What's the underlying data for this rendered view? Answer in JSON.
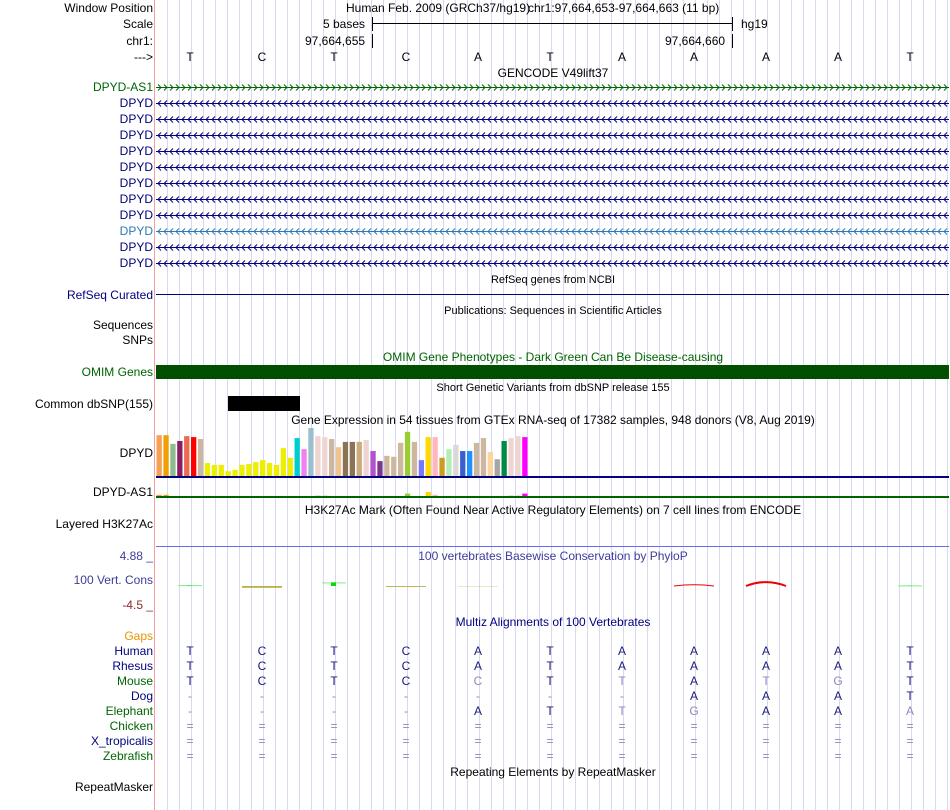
{
  "header": {
    "window_position_label": "Window Position",
    "assembly": "Human Feb. 2009 (GRCh37/hg19)",
    "position": "chr1:97,664,653-97,664,663 (11 bp)",
    "scale_label": "Scale",
    "scale_text": "5 bases",
    "scale_db": "hg19",
    "chrom_label": "chr1:",
    "coord_left": "97,664,655",
    "coord_right": "97,664,660",
    "strand_label": "--->"
  },
  "bases": [
    "T",
    "C",
    "T",
    "C",
    "A",
    "T",
    "A",
    "A",
    "A",
    "A",
    "T"
  ],
  "gencode": {
    "title": "GENCODE V49lift37",
    "genes": [
      {
        "name": "DPYD-AS1",
        "strand": "+",
        "color": "#006400"
      },
      {
        "name": "DPYD",
        "strand": "-",
        "color": "#000080"
      },
      {
        "name": "DPYD",
        "strand": "-",
        "color": "#000080"
      },
      {
        "name": "DPYD",
        "strand": "-",
        "color": "#000080"
      },
      {
        "name": "DPYD",
        "strand": "-",
        "color": "#000080"
      },
      {
        "name": "DPYD",
        "strand": "-",
        "color": "#000080"
      },
      {
        "name": "DPYD",
        "strand": "-",
        "color": "#000080"
      },
      {
        "name": "DPYD",
        "strand": "-",
        "color": "#000080"
      },
      {
        "name": "DPYD",
        "strand": "-",
        "color": "#000080"
      },
      {
        "name": "DPYD",
        "strand": "-",
        "color": "#2a7ab8"
      },
      {
        "name": "DPYD",
        "strand": "-",
        "color": "#000080"
      },
      {
        "name": "DPYD",
        "strand": "-",
        "color": "#000080"
      }
    ]
  },
  "refseq": {
    "title": "RefSeq genes from NCBI",
    "label": "RefSeq Curated"
  },
  "publications": {
    "title": "Publications: Sequences in Scientific Articles",
    "label1": "Sequences",
    "label2": "SNPs"
  },
  "omim": {
    "title": "OMIM Gene Phenotypes - Dark Green Can Be Disease-causing",
    "label": "OMIM Genes",
    "color": "#005000"
  },
  "dbsnp": {
    "title": "Short Genetic Variants from dbSNP release 155",
    "label": "Common dbSNP(155)"
  },
  "gtex": {
    "title": "Gene Expression in 54 tissues from GTEx RNA-seq of 17382 samples, 948 donors (V8, Aug 2019)",
    "gene1": "DPYD",
    "gene2": "DPYD-AS1",
    "values": [
      0.85,
      0.85,
      0.67,
      0.73,
      0.83,
      0.81,
      0.77,
      0.27,
      0.23,
      0.23,
      0.1,
      0.13,
      0.23,
      0.25,
      0.29,
      0.33,
      0.27,
      0.23,
      0.58,
      0.38,
      0.79,
      0.56,
      1.0,
      0.83,
      0.81,
      0.77,
      0.6,
      0.71,
      0.71,
      0.71,
      0.75,
      0.52,
      0.31,
      0.42,
      0.4,
      0.69,
      0.92,
      0.71,
      0.33,
      0.81,
      0.81,
      0.38,
      0.56,
      0.65,
      0.52,
      0.52,
      0.69,
      0.79,
      0.5,
      0.35,
      0.73,
      0.79,
      0.83,
      0.81
    ],
    "colors": [
      "#f5a054",
      "#f0a000",
      "#8fbc8f",
      "#8b1c62",
      "#ee6a50",
      "#ff0000",
      "#cdb79e",
      "#eeee00",
      "#eeee00",
      "#eeee00",
      "#eeee00",
      "#eeee00",
      "#eeee00",
      "#eeee00",
      "#eeee00",
      "#eeee00",
      "#eeee00",
      "#eeee00",
      "#eeee00",
      "#eeee00",
      "#00cdcd",
      "#ee82ee",
      "#9ac0cd",
      "#eed5d2",
      "#eed5d2",
      "#cdb79e",
      "#eec591",
      "#8b7355",
      "#8b7355",
      "#cdaa7d",
      "#eed5d2",
      "#b452cd",
      "#7a378b",
      "#cdb79e",
      "#cdb79e",
      "#cdb79e",
      "#9acd32",
      "#cdb79e",
      "#7777ff",
      "#ffd700",
      "#ffb6c1",
      "#cd9b1d",
      "#b4eeb4",
      "#d9d9d9",
      "#3a5fcd",
      "#1e90ff",
      "#cdb79e",
      "#cdb79e",
      "#ffd39b",
      "#a6a6a6",
      "#008b45",
      "#eed5d2",
      "#eed5d2",
      "#ff00ff"
    ],
    "as1_values": [
      0.3,
      0.3,
      0,
      0,
      0,
      0,
      0,
      0,
      0,
      0,
      0,
      0,
      0,
      0,
      0,
      0,
      0,
      0,
      0,
      0,
      0,
      0,
      0,
      0.2,
      0.2,
      0,
      0,
      0,
      0,
      0,
      0,
      0,
      0,
      0,
      0,
      0,
      0.6,
      0,
      0,
      1.0,
      0.3,
      0,
      0,
      0,
      0,
      0,
      0,
      0,
      0,
      0,
      0,
      0.2,
      0.2,
      0.6
    ]
  },
  "h3k27ac": {
    "title": "H3K27Ac Mark (Often Found Near Active Regulatory Elements) on 7 cell lines from ENCODE",
    "label": "Layered H3K27Ac"
  },
  "phylop": {
    "title": "100 vertebrates Basewise Conservation by PhyloP",
    "label": "100 Vert. Cons",
    "max": "4.88 _",
    "min": "-4.5 _",
    "values": [
      0.3,
      -0.6,
      1.2,
      -0.3,
      -0.1,
      0,
      0,
      0.4,
      1.3,
      0,
      0.2
    ]
  },
  "multiz": {
    "title": "Multiz Alignments of 100 Vertebrates",
    "gaps_label": "Gaps",
    "species": [
      {
        "name": "Human",
        "color": "#000080",
        "bases": [
          "T",
          "C",
          "T",
          "C",
          "A",
          "T",
          "A",
          "A",
          "A",
          "A",
          "T"
        ],
        "faint": []
      },
      {
        "name": "Rhesus",
        "color": "#000080",
        "bases": [
          "T",
          "C",
          "T",
          "C",
          "A",
          "T",
          "A",
          "A",
          "A",
          "A",
          "T"
        ],
        "faint": []
      },
      {
        "name": "Mouse",
        "color": "#006400",
        "bases": [
          "T",
          "C",
          "T",
          "C",
          "C",
          "T",
          "T",
          "A",
          "T",
          "G",
          "T"
        ],
        "faint": [
          4,
          6,
          8,
          9
        ]
      },
      {
        "name": "Dog",
        "color": "#000080",
        "bases": [
          "-",
          "-",
          "-",
          "-",
          "-",
          "-",
          "-",
          "A",
          "A",
          "A",
          "T"
        ],
        "faint": [
          0,
          1,
          2,
          3,
          4,
          5,
          6
        ]
      },
      {
        "name": "Elephant",
        "color": "#006400",
        "bases": [
          "-",
          "-",
          "-",
          "-",
          "A",
          "T",
          "T",
          "G",
          "A",
          "A",
          "A"
        ],
        "faint": [
          0,
          1,
          2,
          3,
          6,
          7,
          10
        ]
      },
      {
        "name": "Chicken",
        "color": "#006400",
        "bases": [
          "=",
          "=",
          "=",
          "=",
          "=",
          "=",
          "=",
          "=",
          "=",
          "=",
          "="
        ],
        "faint": [
          0,
          1,
          2,
          3,
          4,
          5,
          6,
          7,
          8,
          9,
          10
        ]
      },
      {
        "name": "X_tropicalis",
        "color": "#000080",
        "bases": [
          "=",
          "=",
          "=",
          "=",
          "=",
          "=",
          "=",
          "=",
          "=",
          "=",
          "="
        ],
        "faint": [
          0,
          1,
          2,
          3,
          4,
          5,
          6,
          7,
          8,
          9,
          10
        ]
      },
      {
        "name": "Zebrafish",
        "color": "#006400",
        "bases": [
          "=",
          "=",
          "=",
          "=",
          "=",
          "=",
          "=",
          "=",
          "=",
          "=",
          "="
        ],
        "faint": [
          0,
          1,
          2,
          3,
          4,
          5,
          6,
          7,
          8,
          9,
          10
        ]
      }
    ]
  },
  "repeatmasker": {
    "title": "Repeating Elements by RepeatMasker",
    "label": "RepeatMasker"
  }
}
